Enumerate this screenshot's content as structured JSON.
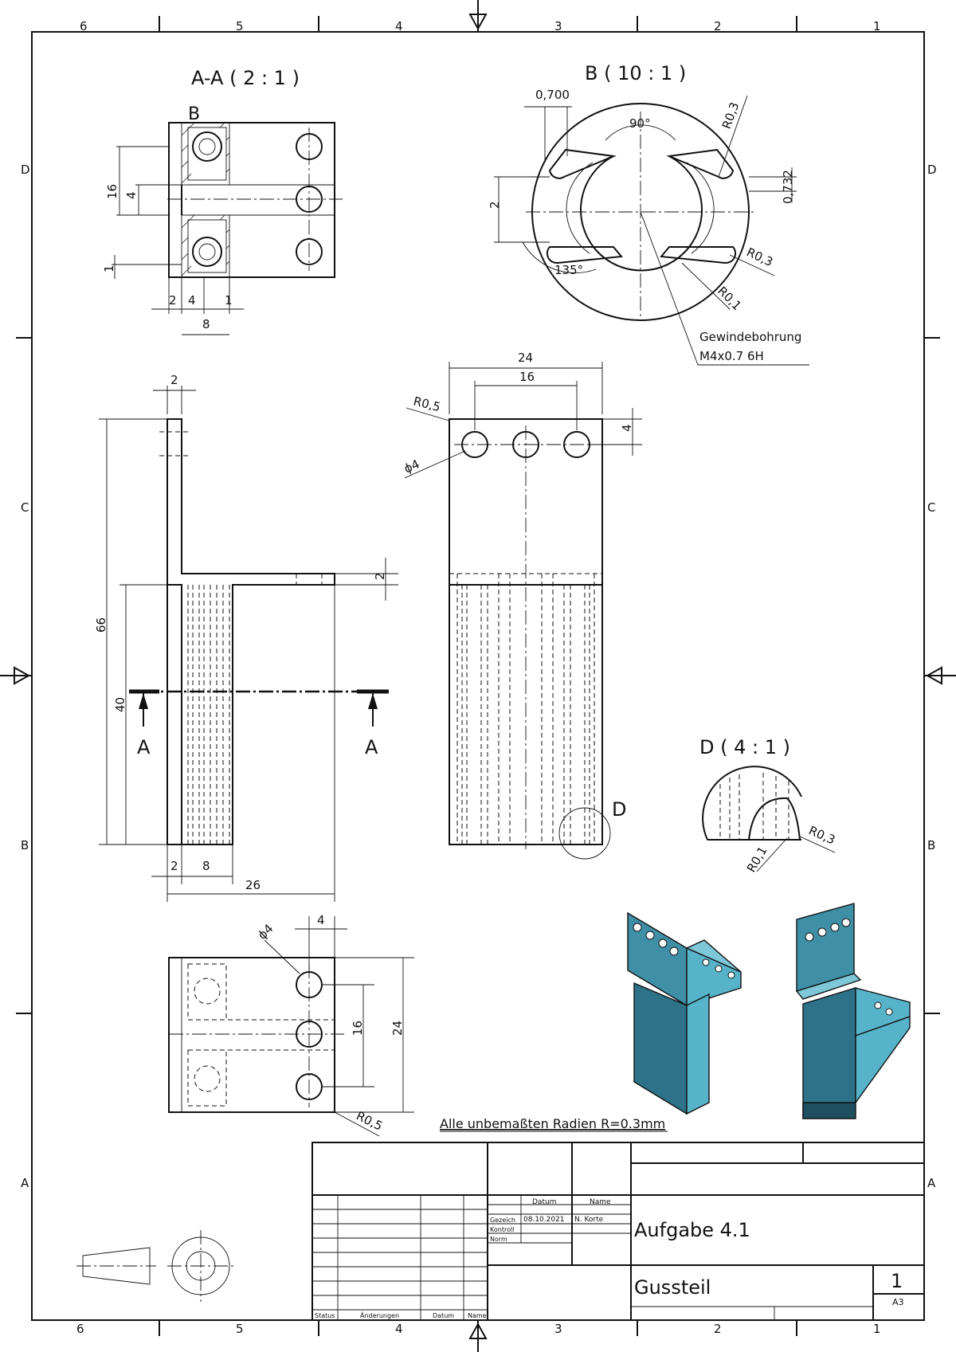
{
  "frame": {
    "col_labels": [
      "6",
      "5",
      "4",
      "3",
      "2",
      "1"
    ],
    "row_labels": [
      "D",
      "C",
      "B",
      "A"
    ]
  },
  "views": {
    "section_aa": {
      "title": "A-A ( 2 : 1 )",
      "marker": "B",
      "dims": {
        "h16": "16",
        "h4": "4",
        "h1": "1",
        "w2": "2",
        "w4": "4",
        "w1": "1",
        "w8": "8"
      }
    },
    "detail_b": {
      "title": "B ( 10 : 1 )",
      "dims": {
        "w0700": "0,700",
        "a90": "90°",
        "r03a": "R0,3",
        "h2": "2",
        "h0732": "0,732",
        "a135": "135°",
        "r03b": "R0,3",
        "r01": "R0,1"
      },
      "note_line1": "Gewindebohrung",
      "note_line2": "M4x0.7 6H"
    },
    "side_view": {
      "dims": {
        "w2top": "2",
        "h66": "66",
        "h40": "40",
        "h2": "2",
        "w2": "2",
        "w8": "8",
        "w26": "26"
      },
      "section_label_left": "A",
      "section_label_right": "A"
    },
    "front_view": {
      "marker": "D",
      "dims": {
        "w24": "24",
        "w16": "16",
        "r05": "R0,5",
        "d4": "ϕ4",
        "h4": "4"
      }
    },
    "detail_d": {
      "title": "D ( 4 : 1 )",
      "dims": {
        "r03": "R0,3",
        "r01": "R0,1"
      }
    },
    "top_view": {
      "dims": {
        "w4": "4",
        "d4": "ϕ4",
        "h16": "16",
        "h24": "24",
        "r05": "R0,5"
      }
    }
  },
  "note": "Alle unbemaßten Radien R=0.3mm",
  "title_block": {
    "col_datum": "Datum",
    "col_name": "Name",
    "row_gezeich": "Gezeich",
    "row_kontroll": "Kontroll",
    "row_norm": "Norm",
    "date": "08.10.2021",
    "name": "N. Korte",
    "rev_status": "Status",
    "rev_aenderungen": "Änderungen",
    "rev_datum": "Datum",
    "rev_name": "Name",
    "title": "Aufgabe 4.1",
    "part_name": "Gussteil",
    "sheet_number": "1",
    "format": "A3"
  },
  "colors": {
    "line": "#111111",
    "model_top": "#3f8fa6",
    "model_side": "#2d7288",
    "model_front": "#56b3c9"
  }
}
